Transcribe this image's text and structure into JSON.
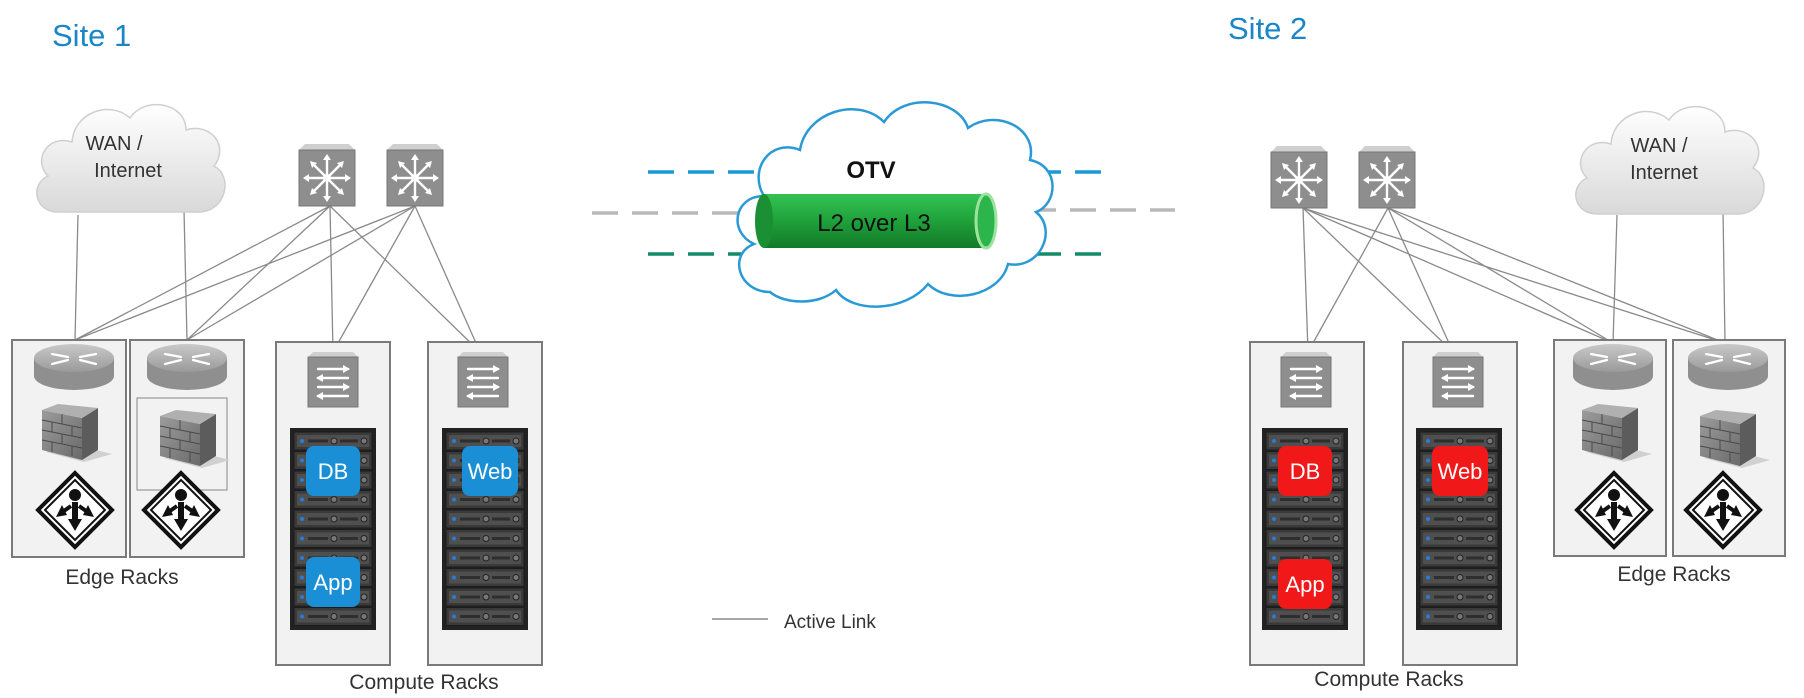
{
  "site1": {
    "title": "Site 1",
    "wan_label_line1": "WAN /",
    "wan_label_line2": "Internet",
    "edge_racks_label": "Edge Racks",
    "compute_racks_label": "Compute Racks",
    "db_label": "DB",
    "app_label": "App",
    "web_label": "Web"
  },
  "site2": {
    "title": "Site 2",
    "wan_label_line1": "WAN /",
    "wan_label_line2": "Internet",
    "edge_racks_label": "Edge Racks",
    "compute_racks_label": "Compute Racks",
    "db_label": "DB",
    "app_label": "App",
    "web_label": "Web"
  },
  "otv": {
    "title": "OTV",
    "tunnel_label": "L2 over L3"
  },
  "legend": {
    "active_link_label": "Active Link"
  },
  "colors": {
    "site_title": "#1a86c8",
    "site1_vm": "#1a8fd6",
    "site2_vm": "#f01818",
    "tunnel": "#1fa13a",
    "cloud_outline": "#2a9ad6",
    "dash_blue": "#1a9ad6",
    "dash_gray": "#b8b8b8",
    "dash_teal": "#138a6a",
    "link_line": "#8a8a8a"
  }
}
